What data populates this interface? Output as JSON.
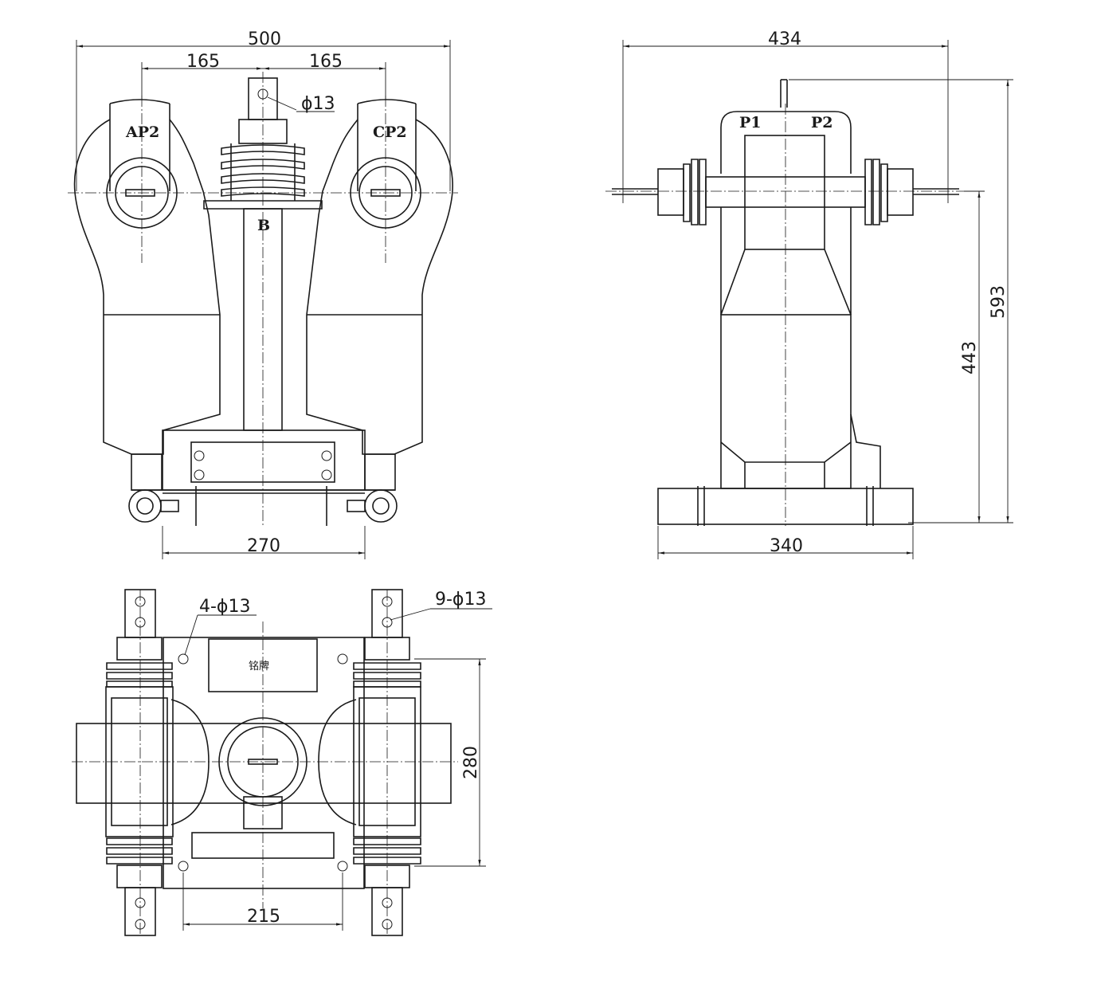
{
  "front_view": {
    "dim_overall_width": "500",
    "dim_left_offset": "165",
    "dim_right_offset": "165",
    "hole_callout": "ϕ13",
    "terminal_left": "AP2",
    "terminal_right": "CP2",
    "terminal_center": "B",
    "dim_base_width": "270"
  },
  "side_view": {
    "dim_overall_width": "434",
    "terminal_p1": "P1",
    "terminal_p2": "P2",
    "dim_total_height": "593",
    "dim_terminal_height": "443",
    "dim_base_width": "340"
  },
  "top_view": {
    "mount_holes_callout": "4-ϕ13",
    "terminal_holes_callout": "9-ϕ13",
    "nameplate_text": "铭牌",
    "dim_depth": "280",
    "dim_hole_spacing": "215"
  }
}
